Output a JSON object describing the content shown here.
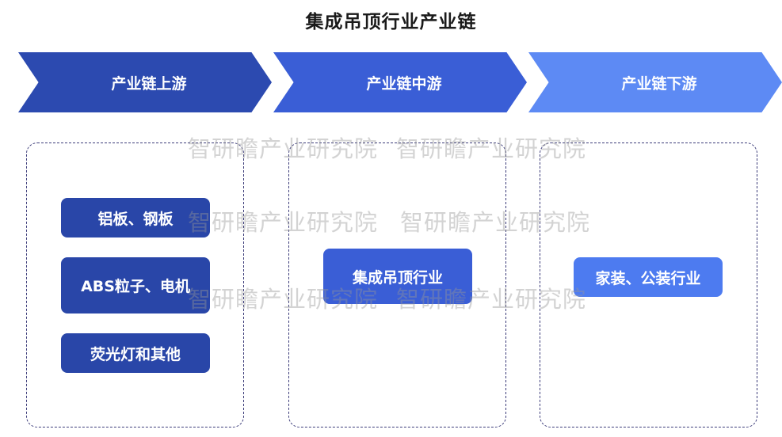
{
  "title": "集成吊顶行业产业链",
  "stages": {
    "upstream": "产业链上游",
    "midstream": "产业链中游",
    "downstream": "产业链下游"
  },
  "upstream_items": [
    "铝板、钢板",
    "ABS粒子、电机",
    "荧光灯和其他"
  ],
  "midstream_items": [
    "集成吊顶行业"
  ],
  "downstream_items": [
    "家装、公装行业"
  ],
  "watermark": "智研瞻产业研究院",
  "colors": {
    "upstream": "#2c4ab0",
    "midstream": "#3a5ed6",
    "downstream": "#5d8af4"
  }
}
